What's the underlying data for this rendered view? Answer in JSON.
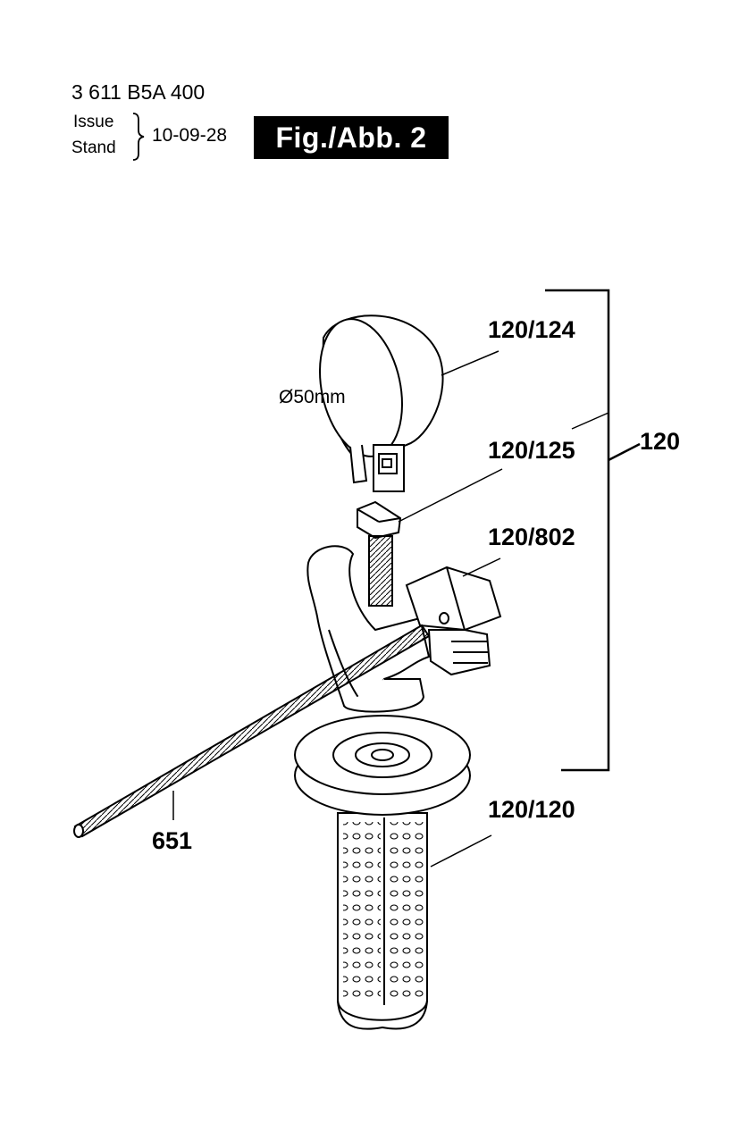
{
  "header": {
    "part_number": "3 611 B5A 400",
    "issue_label": "Issue",
    "stand_label": "Stand",
    "date": "10-09-28",
    "figure": "Fig./Abb. 2"
  },
  "callouts": {
    "clamp_band": "120/124",
    "clamp_screw": "120/125",
    "assembly": "120",
    "handle_body": "120/802",
    "grip": "120/120",
    "depth_rod": "651"
  },
  "dimension": "Ø50mm"
}
